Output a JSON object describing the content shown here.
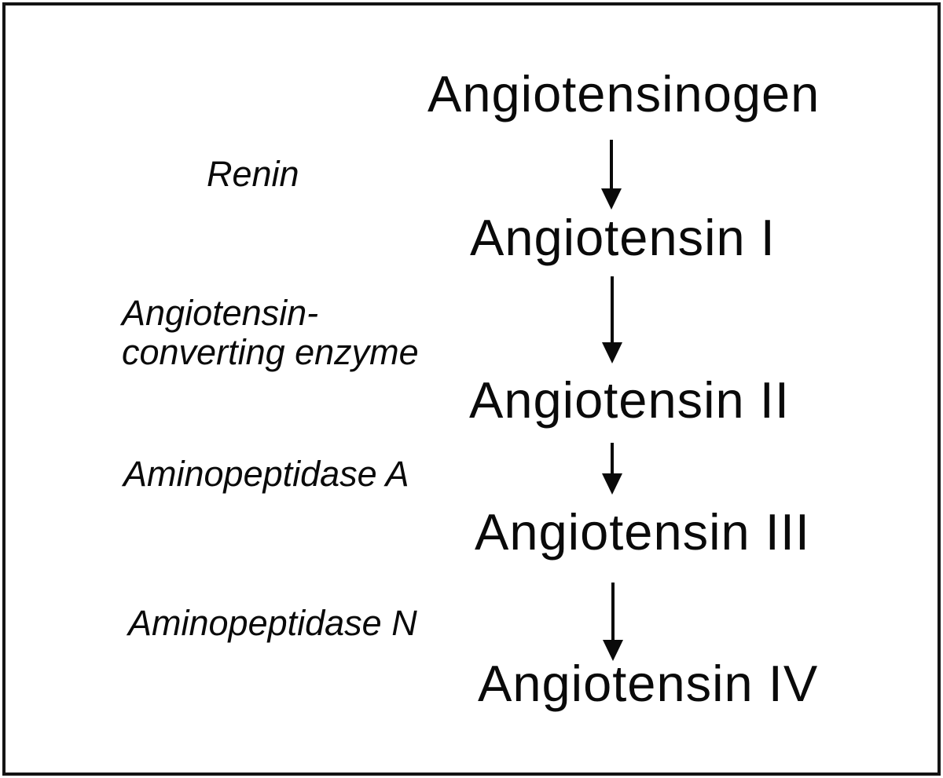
{
  "diagram": {
    "colors": {
      "background": "#ffffff",
      "border": "#141414",
      "text": "#0a0a0a"
    },
    "cascade": [
      {
        "label": "Angiotensinogen"
      },
      {
        "label": "Angiotensin I"
      },
      {
        "label": "Angiotensin II"
      },
      {
        "label": "Angiotensin III"
      },
      {
        "label": "Angiotensin IV"
      }
    ],
    "enzymes": [
      {
        "label": "Renin"
      },
      {
        "label_line1": "Angiotensin-",
        "label_line2": "converting enzyme"
      },
      {
        "label": "Aminopeptidase A"
      },
      {
        "label": "Aminopeptidase N"
      }
    ]
  }
}
